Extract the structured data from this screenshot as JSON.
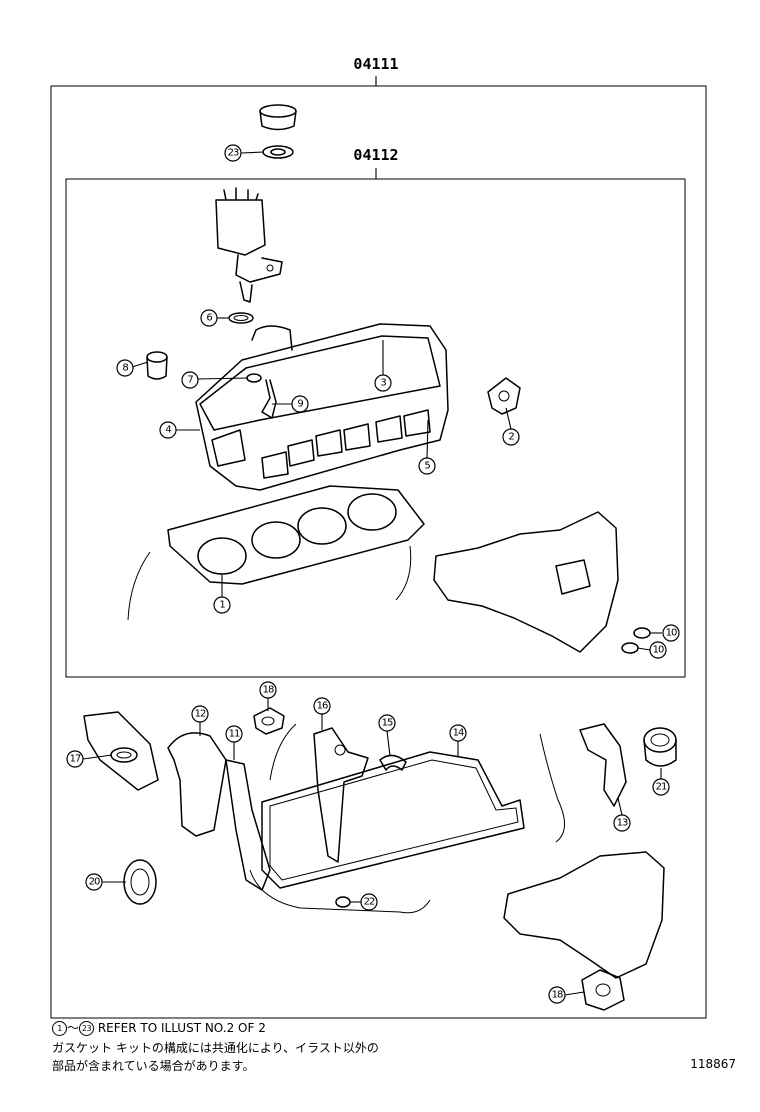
{
  "diagram": {
    "outer_kit_code": "04111",
    "inner_kit_code": "04112",
    "callouts": [
      {
        "id": "c1",
        "label": "1"
      },
      {
        "id": "c2",
        "label": "2"
      },
      {
        "id": "c3",
        "label": "3"
      },
      {
        "id": "c4",
        "label": "4"
      },
      {
        "id": "c5",
        "label": "5"
      },
      {
        "id": "c6",
        "label": "6"
      },
      {
        "id": "c7",
        "label": "7"
      },
      {
        "id": "c8",
        "label": "8"
      },
      {
        "id": "c9",
        "label": "9"
      },
      {
        "id": "c10a",
        "label": "10"
      },
      {
        "id": "c10b",
        "label": "10"
      },
      {
        "id": "c11",
        "label": "11"
      },
      {
        "id": "c12",
        "label": "12"
      },
      {
        "id": "c13",
        "label": "13"
      },
      {
        "id": "c14",
        "label": "14"
      },
      {
        "id": "c15",
        "label": "15"
      },
      {
        "id": "c16",
        "label": "16"
      },
      {
        "id": "c17",
        "label": "17"
      },
      {
        "id": "c18a",
        "label": "18"
      },
      {
        "id": "c18b",
        "label": "18"
      },
      {
        "id": "c20",
        "label": "20"
      },
      {
        "id": "c21",
        "label": "21"
      },
      {
        "id": "c22",
        "label": "22"
      },
      {
        "id": "c23",
        "label": "23"
      }
    ]
  },
  "footer": {
    "ref_start": "1",
    "ref_tilde": "～",
    "ref_end": "23",
    "ref_text": " REFER TO ILLUST NO.2 OF 2",
    "jp_line1": "ガスケット キットの構成には共通化により、イラスト以外の",
    "jp_line2": "部品が含まれている場合があります。",
    "figure_number": "118867"
  }
}
